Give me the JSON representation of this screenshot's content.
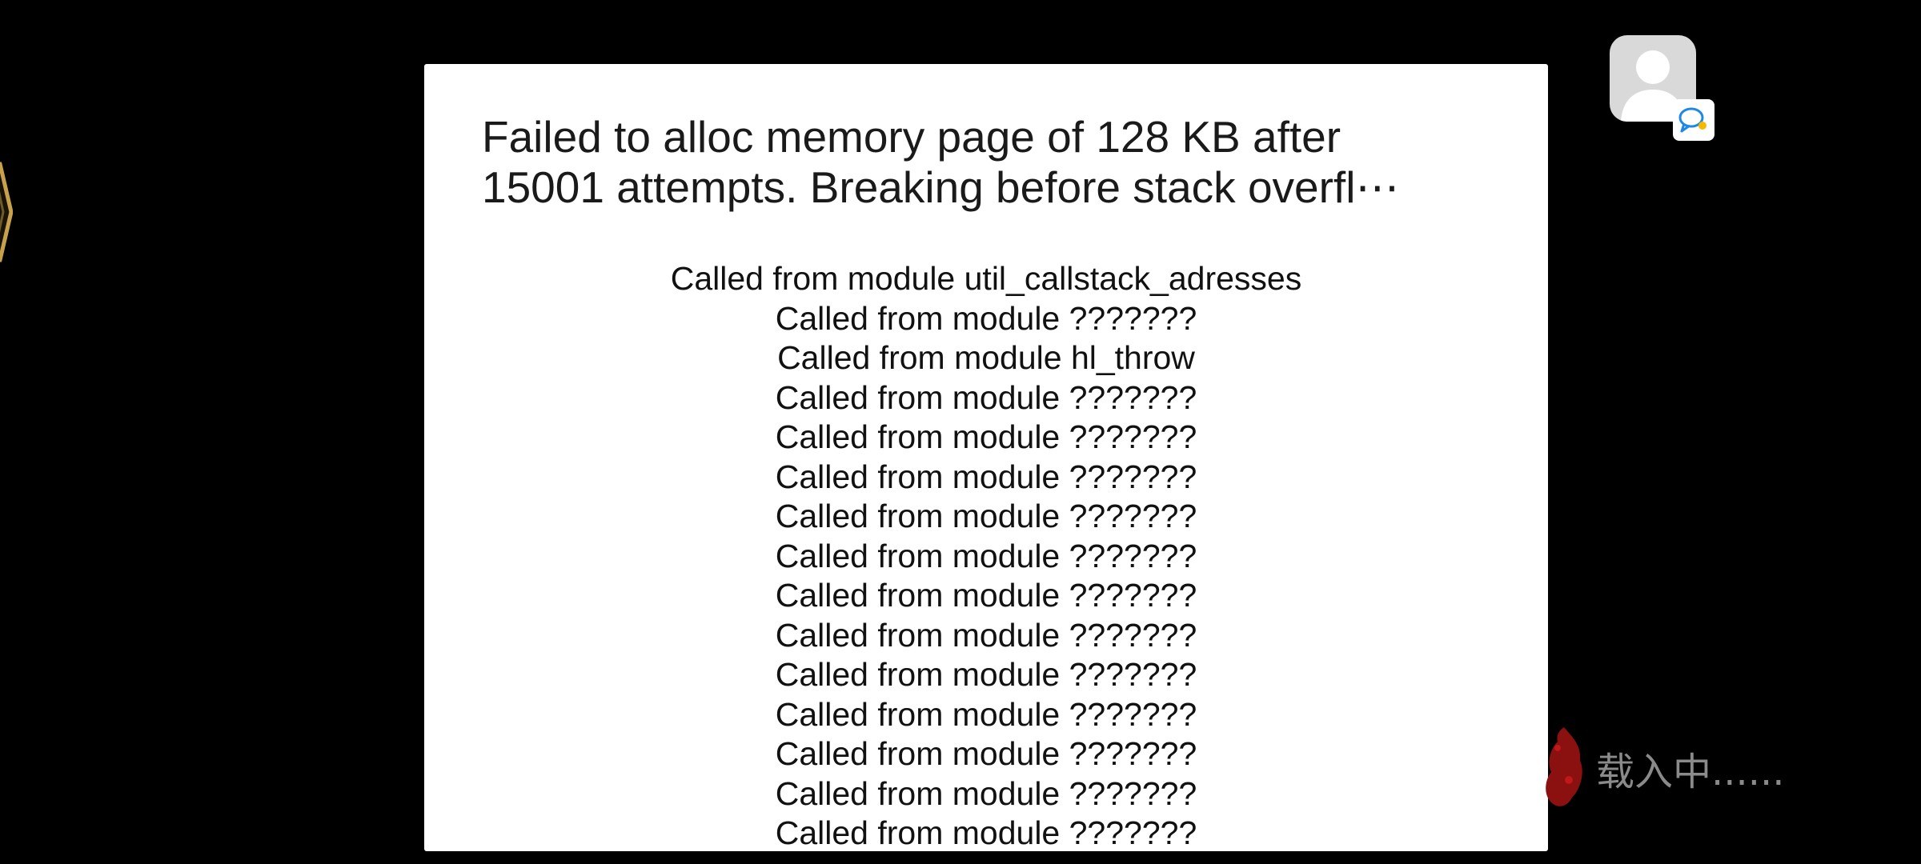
{
  "dialog": {
    "title_lines": [
      "Failed to alloc memory page of 128 KB after",
      "15001 attempts. Breaking before stack overfl⋯"
    ],
    "callstack": [
      "Called from module util_callstack_adresses",
      "Called from module ???????",
      "Called from module hl_throw",
      "Called from module ???????",
      "Called from module ???????",
      "Called from module ???????",
      "Called from module ???????",
      "Called from module ???????",
      "Called from module ???????",
      "Called from module ???????",
      "Called from module ???????",
      "Called from module ???????",
      "Called from module ???????",
      "Called from module ???????",
      "Called from module ???????"
    ]
  },
  "overlay": {
    "avatar_icon": "user-avatar-icon",
    "chat_icon": "chat-bubble-icon",
    "loading_text": "载入中......"
  },
  "colors": {
    "background": "#000000",
    "dialog": "#ffffff",
    "text": "#111111",
    "chat_accent": "#1e88e5",
    "loading_text": "#8a8a8a",
    "loading_emblem": "#8b1010",
    "badge_gold": "#c8a24a"
  }
}
